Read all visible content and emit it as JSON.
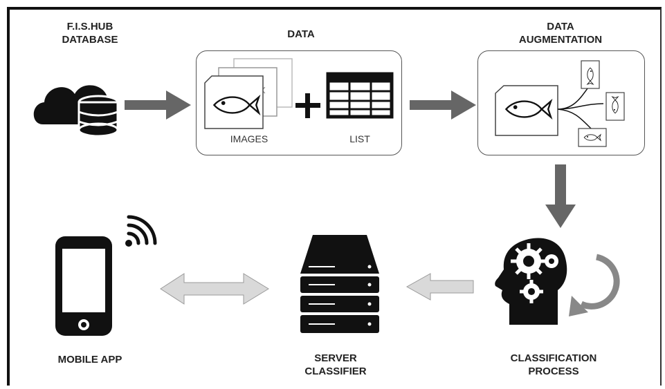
{
  "labels": {
    "database": "F.I.S.HUB\nDATABASE",
    "data": "DATA",
    "augmentation": "DATA\nAUGMENTATION",
    "images": "IMAGES",
    "list": "LIST",
    "mobile_app": "MOBILE APP",
    "server": "SERVER\nCLASSIFIER",
    "classification": "CLASSIFICATION\nPROCESS"
  },
  "icons": [
    "cloud-database-icon",
    "fish-image-icon",
    "plus-icon",
    "table-list-icon",
    "augmented-fish-icon",
    "brain-gears-icon",
    "refresh-icon",
    "server-icon",
    "smartphone-icon",
    "wifi-icon"
  ],
  "colors": {
    "icon": "#111111",
    "arrow_dark": "#666666",
    "arrow_light": "#d9d9d9",
    "arrow_outline": "#9a9a9a"
  }
}
